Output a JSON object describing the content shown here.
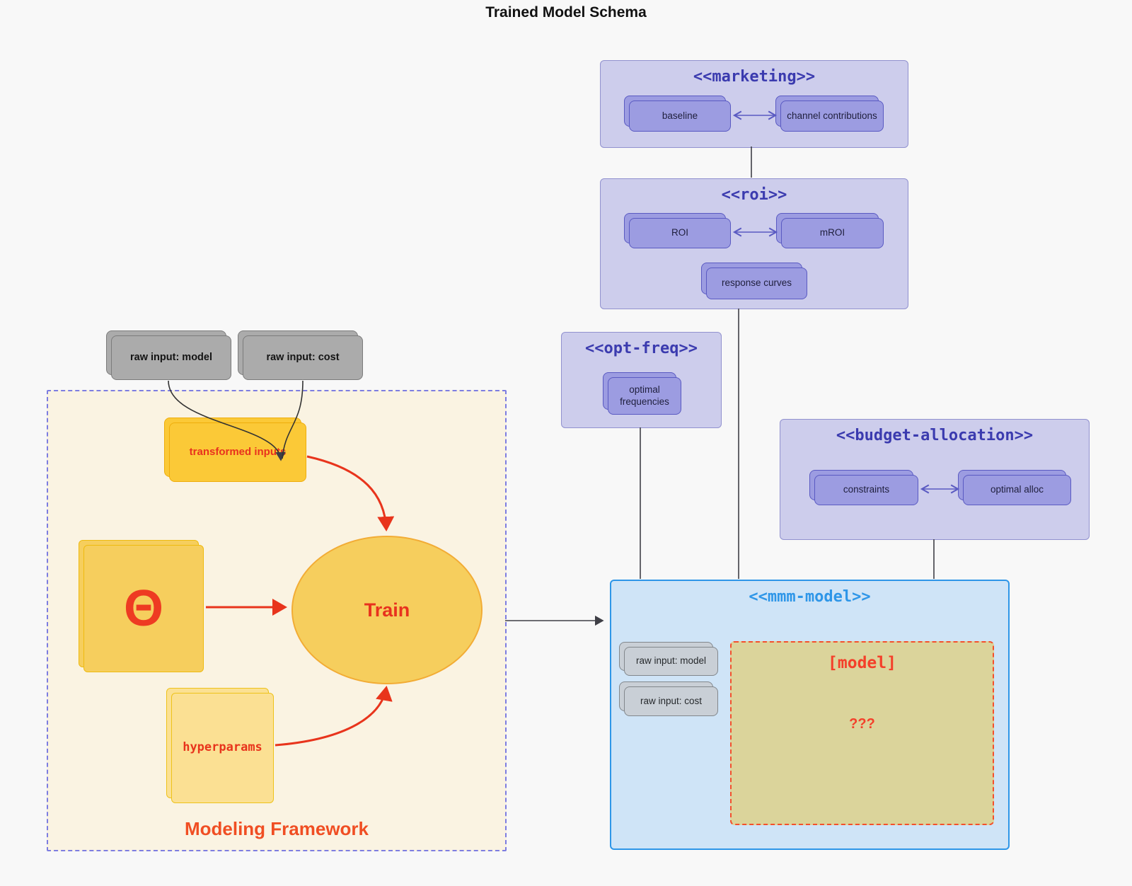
{
  "page": {
    "title": "Trained Model Schema"
  },
  "colors": {
    "background": "#f8f8f8",
    "lavender_container_fill": "#cdcdec",
    "lavender_container_border": "#9191cf",
    "stereotype_text": "#3b3baf",
    "purple_node_fill": "#9c9ce1",
    "purple_node_border": "#5a5ac2",
    "mmm_fill": "#cfe4f7",
    "mmm_border": "#2e96e8",
    "khaki_fill": "#dbd49b",
    "red_accent": "#e8341c",
    "orange_red_label": "#f04e23",
    "framework_fill": "#faf3e2",
    "framework_border": "#7d7de1",
    "gold_fill": "#fbc937",
    "yellow_fill": "#f6ce5d",
    "light_yellow_fill": "#fbe093",
    "gray_node_fill": "#ababab",
    "wire_dark": "#3f3f46"
  },
  "marketing": {
    "stereotype": "<<marketing>>",
    "baseline": "baseline",
    "channel_contributions": "channel contributions"
  },
  "roi": {
    "stereotype": "<<roi>>",
    "roi": "ROI",
    "mroi": "mROI",
    "response_curves": "response curves"
  },
  "opt_freq": {
    "stereotype": "<<opt-freq>>",
    "optimal_frequencies": "optimal frequencies"
  },
  "budget_allocation": {
    "stereotype": "<<budget-allocation>>",
    "constraints": "constraints",
    "optimal_alloc": "optimal alloc"
  },
  "mmm_model": {
    "stereotype": "<<mmm-model>>",
    "raw_input_model": "raw input: model",
    "raw_input_cost": "raw input: cost",
    "model_box_title": "[model]",
    "model_box_question": "???"
  },
  "framework": {
    "label": "Modeling Framework",
    "raw_input_model": "raw input: model",
    "raw_input_cost": "raw input: cost",
    "transformed_inputs": "transformed inputs",
    "theta": "Θ",
    "train": "Train",
    "hyperparams": "hyperparams"
  }
}
